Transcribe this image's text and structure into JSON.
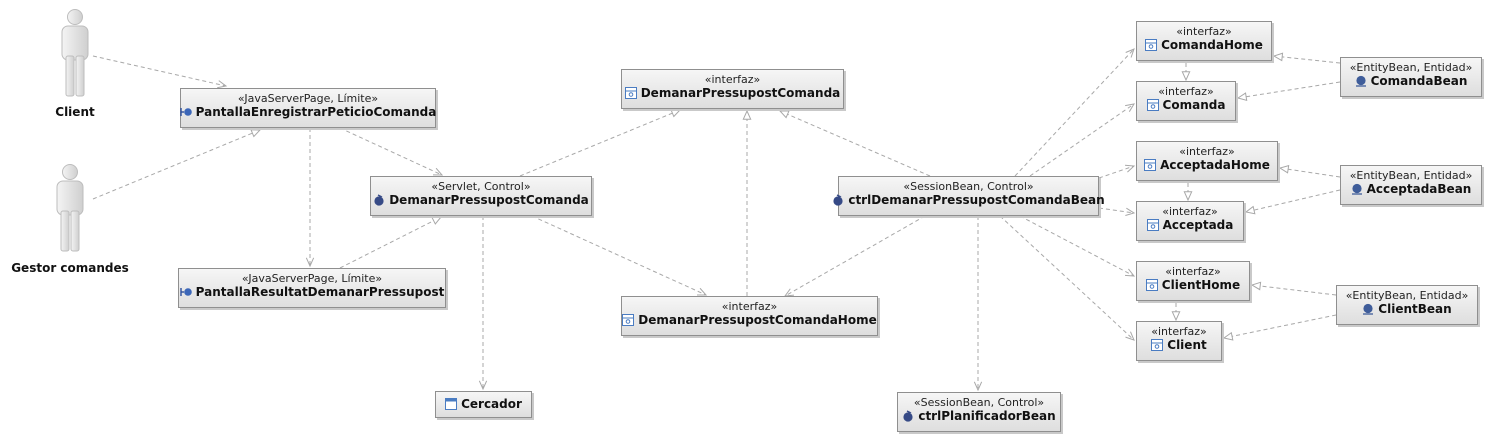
{
  "actors": {
    "client": {
      "label": "Client"
    },
    "gestor": {
      "label": "Gestor comandes"
    }
  },
  "nodes": {
    "pantalla_enregistrar": {
      "stereotype": "«JavaServerPage, Límite»",
      "name": "PantallaEnregistrarPeticioComanda",
      "icon": "boundary-icon"
    },
    "pantalla_resultat": {
      "stereotype": "«JavaServerPage, Límite»",
      "name": "PantallaResultatDemanarPressupost",
      "icon": "boundary-icon"
    },
    "servlet": {
      "stereotype": "«Servlet, Control»",
      "name": "DemanarPressupostComanda",
      "icon": "control-icon"
    },
    "cercador": {
      "name": "Cercador",
      "icon": "class-icon"
    },
    "if_demanar": {
      "stereotype": "«interfaz»",
      "name": "DemanarPressupostComanda",
      "icon": "interface-icon"
    },
    "if_demanar_home": {
      "stereotype": "«interfaz»",
      "name": "DemanarPressupostComandaHome",
      "icon": "interface-icon"
    },
    "ctrl_demanar": {
      "stereotype": "«SessionBean, Control»",
      "name": "ctrlDemanarPressupostComandaBean",
      "icon": "control-icon"
    },
    "ctrl_planificador": {
      "stereotype": "«SessionBean, Control»",
      "name": "ctrlPlanificadorBean",
      "icon": "control-icon"
    },
    "comanda_home": {
      "stereotype": "«interfaz»",
      "name": "ComandaHome",
      "icon": "interface-icon"
    },
    "comanda": {
      "stereotype": "«interfaz»",
      "name": "Comanda",
      "icon": "interface-icon"
    },
    "comanda_bean": {
      "stereotype": "«EntityBean, Entidad»",
      "name": "ComandaBean",
      "icon": "entity-icon"
    },
    "acceptada_home": {
      "stereotype": "«interfaz»",
      "name": "AcceptadaHome",
      "icon": "interface-icon"
    },
    "acceptada": {
      "stereotype": "«interfaz»",
      "name": "Acceptada",
      "icon": "interface-icon"
    },
    "acceptada_bean": {
      "stereotype": "«EntityBean, Entidad»",
      "name": "AcceptadaBean",
      "icon": "entity-icon"
    },
    "client_home": {
      "stereotype": "«interfaz»",
      "name": "ClientHome",
      "icon": "interface-icon"
    },
    "client_if": {
      "stereotype": "«interfaz»",
      "name": "Client",
      "icon": "interface-icon"
    },
    "client_bean": {
      "stereotype": "«EntityBean, Entidad»",
      "name": "ClientBean",
      "icon": "entity-icon"
    }
  },
  "colors": {
    "edge": "#a8a8a8",
    "boundary": "#2c4e9c",
    "control": "#364a86",
    "entity": "#3f5d9a",
    "interface": "#4a7cc2"
  }
}
